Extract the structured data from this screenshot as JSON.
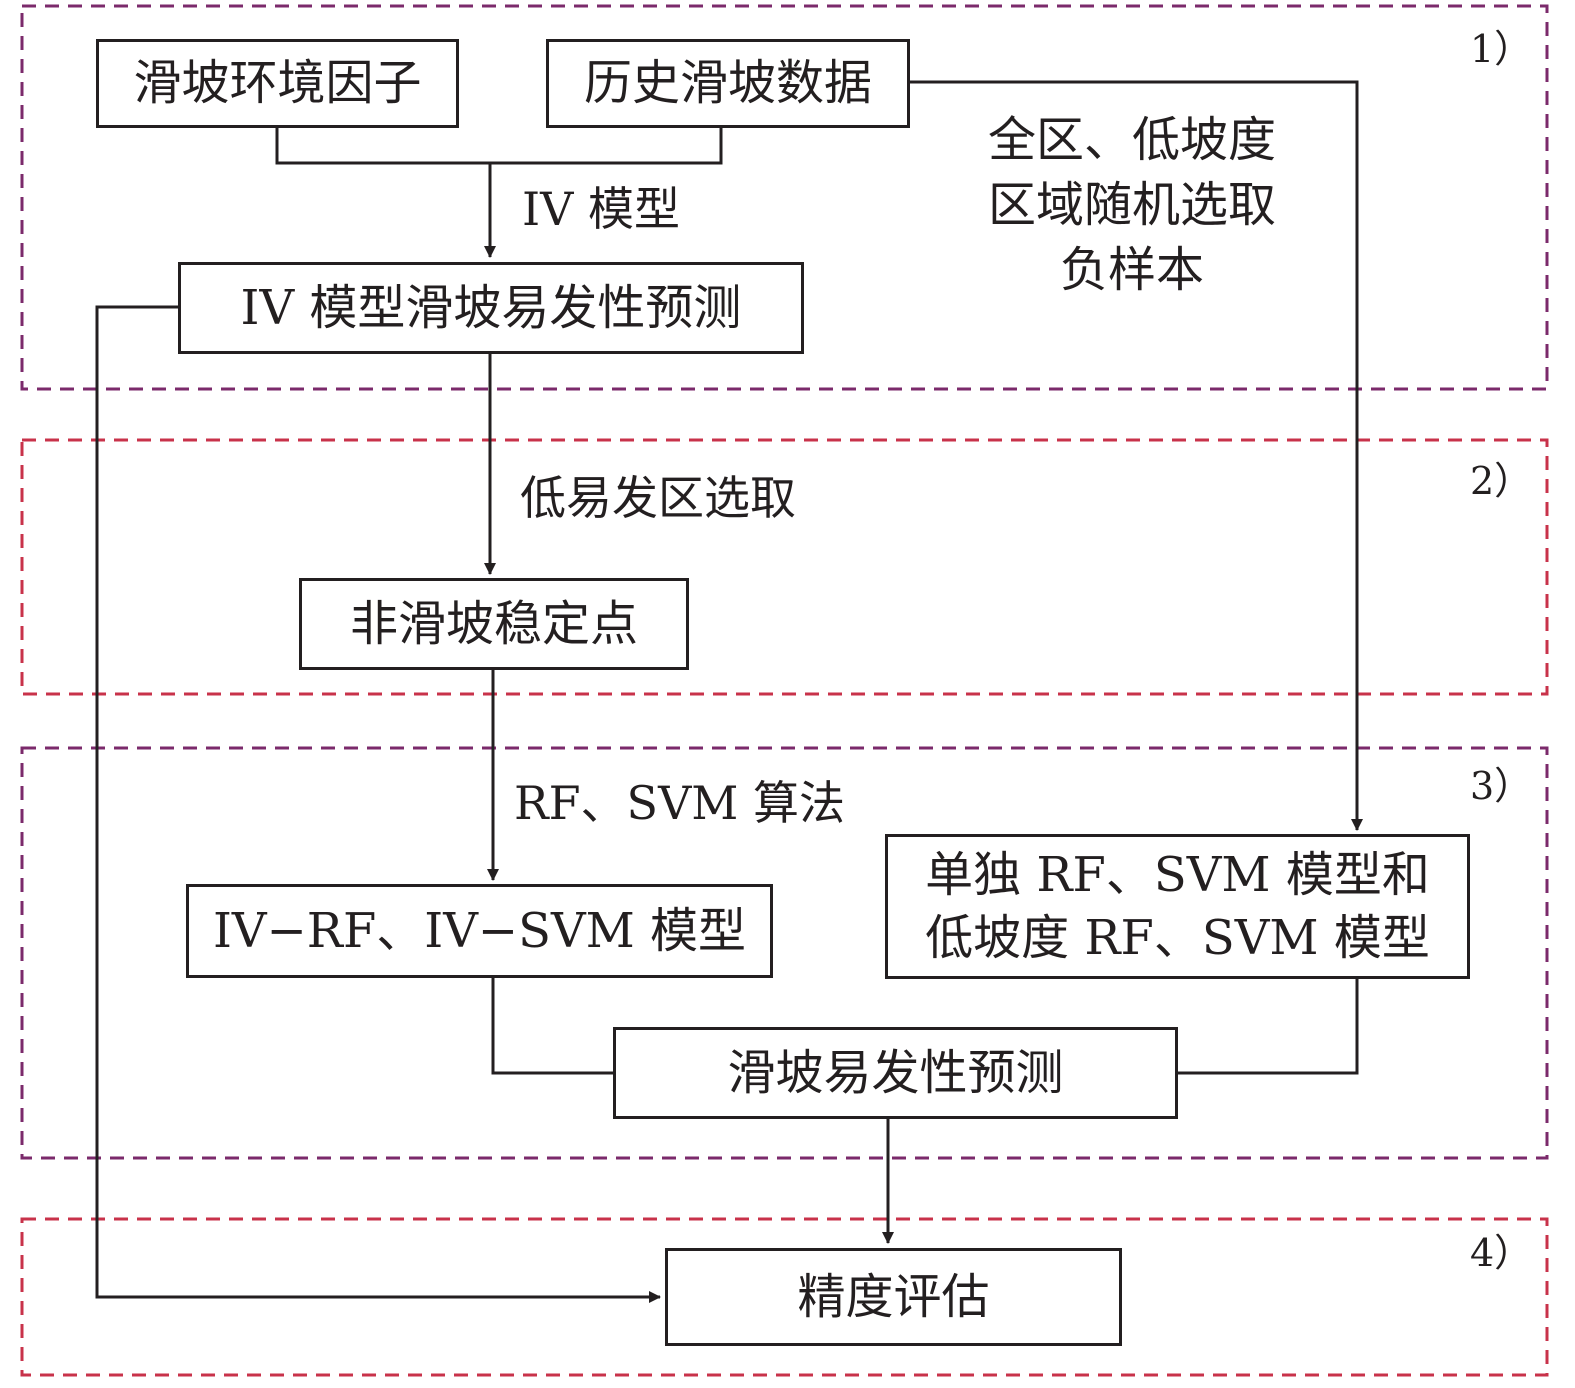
{
  "stages": [
    "1）",
    "2）",
    "3）",
    "4）"
  ],
  "colors": {
    "stage_border_purple": "#7b2a6b",
    "stage_border_red": "#c8324a",
    "line": "#231f20"
  },
  "boxes": {
    "env_factors": "滑坡环境因子",
    "history_data": "历史滑坡数据",
    "iv_prediction": "IV 模型滑坡易发性预测",
    "non_landslide": "非滑坡稳定点",
    "iv_rf_svm": "IV−RF、IV−SVM 模型",
    "single_rf_svm_line1": "单独 RF、SVM 模型和",
    "single_rf_svm_line2": "低坡度 RF、SVM 模型",
    "susceptibility": "滑坡易发性预测",
    "accuracy": "精度评估"
  },
  "labels": {
    "iv_model": "IV 模型",
    "low_area_select": "低易发区选取",
    "rf_svm_algorithm": "RF、SVM 算法",
    "negative_line1": "全区、低坡度",
    "negative_line2": "区域随机选取",
    "negative_line3": "负样本"
  }
}
